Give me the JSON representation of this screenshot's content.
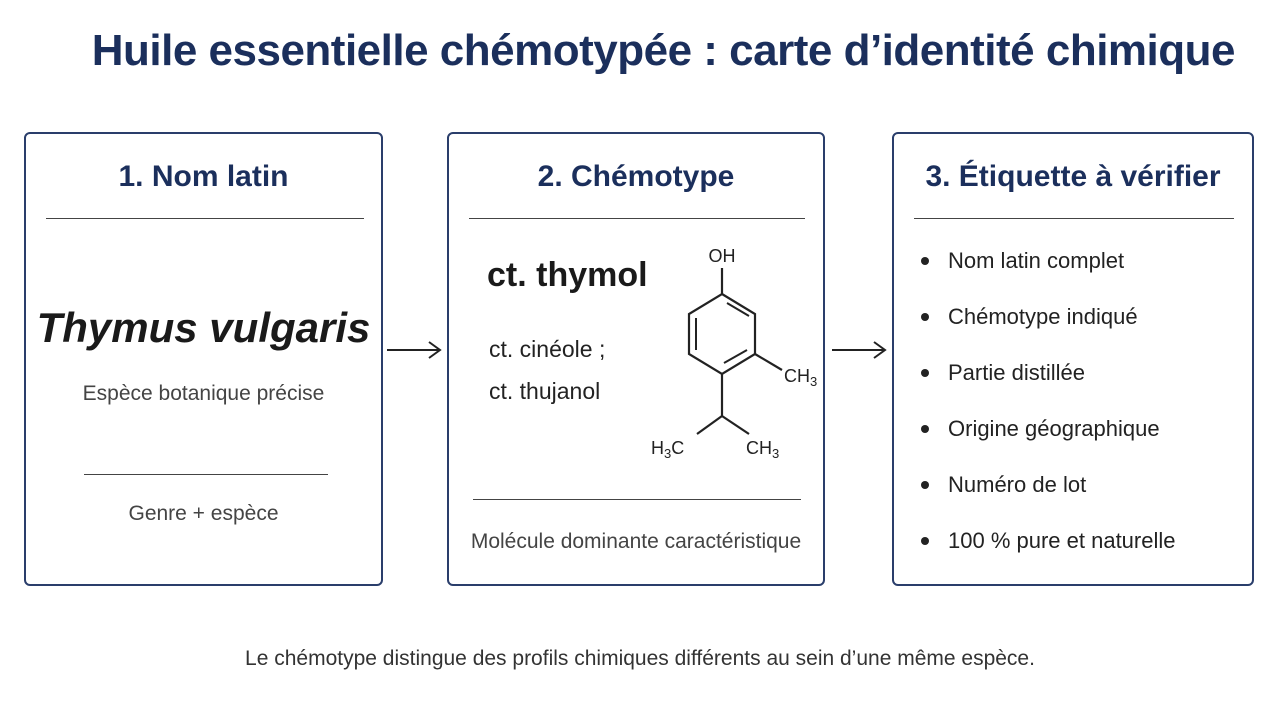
{
  "title": "Huile essentielle chémotypée : carte d’identité chimique",
  "card1": {
    "heading": "1. Nom latin",
    "species": "Thymus vulgaris",
    "species_caption": "Espèce botanique précise",
    "footnote": "Genre + espèce"
  },
  "card2": {
    "heading": "2. Chémotype",
    "main_chemotype": "ct. thymol",
    "other_chemotypes": [
      "ct. cinéole ;",
      "ct. thujanol"
    ],
    "molecule_labels": {
      "oh": "OH",
      "ch3": "CH",
      "h3c": "H",
      "c": "C",
      "ch3_2": "CH",
      "sub3": "3"
    },
    "footnote": "Molécule dominante caractéristique"
  },
  "card3": {
    "heading": "3. Étiquette à vérifier",
    "items": [
      "Nom latin complet",
      "Chémotype indiqué",
      "Partie distillée",
      "Origine géographique",
      "Numéro de lot",
      "100 % pure et naturelle"
    ]
  },
  "footer": "Le chémotype distingue des profils chimiques différents au sein d’une même espèce.",
  "colors": {
    "accent": "#1b2f5c",
    "border": "#2a3e6b"
  }
}
